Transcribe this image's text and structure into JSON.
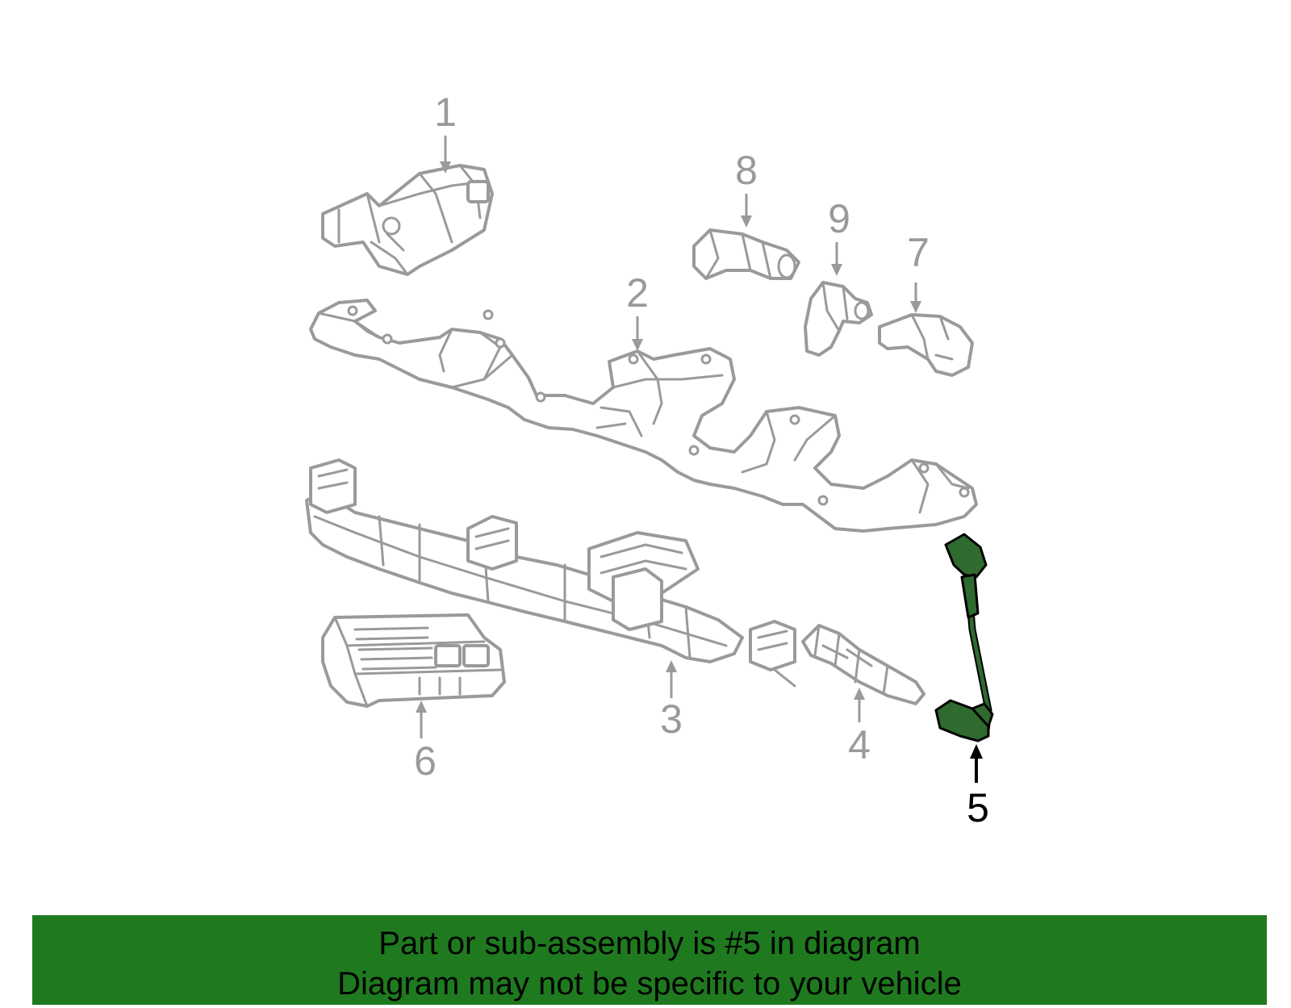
{
  "diagram": {
    "highlight_color": "#2f6a2f",
    "callouts": [
      {
        "number": "1",
        "name": "part-1"
      },
      {
        "number": "2",
        "name": "part-2"
      },
      {
        "number": "3",
        "name": "part-3"
      },
      {
        "number": "4",
        "name": "part-4"
      },
      {
        "number": "5",
        "name": "part-5",
        "highlighted": true
      },
      {
        "number": "6",
        "name": "part-6"
      },
      {
        "number": "7",
        "name": "part-7"
      },
      {
        "number": "8",
        "name": "part-8"
      },
      {
        "number": "9",
        "name": "part-9"
      }
    ]
  },
  "banner": {
    "line1": "Part or sub-assembly is #5 in diagram",
    "line2": "Diagram may not be specific to your vehicle",
    "background": "#1f7a1f"
  }
}
